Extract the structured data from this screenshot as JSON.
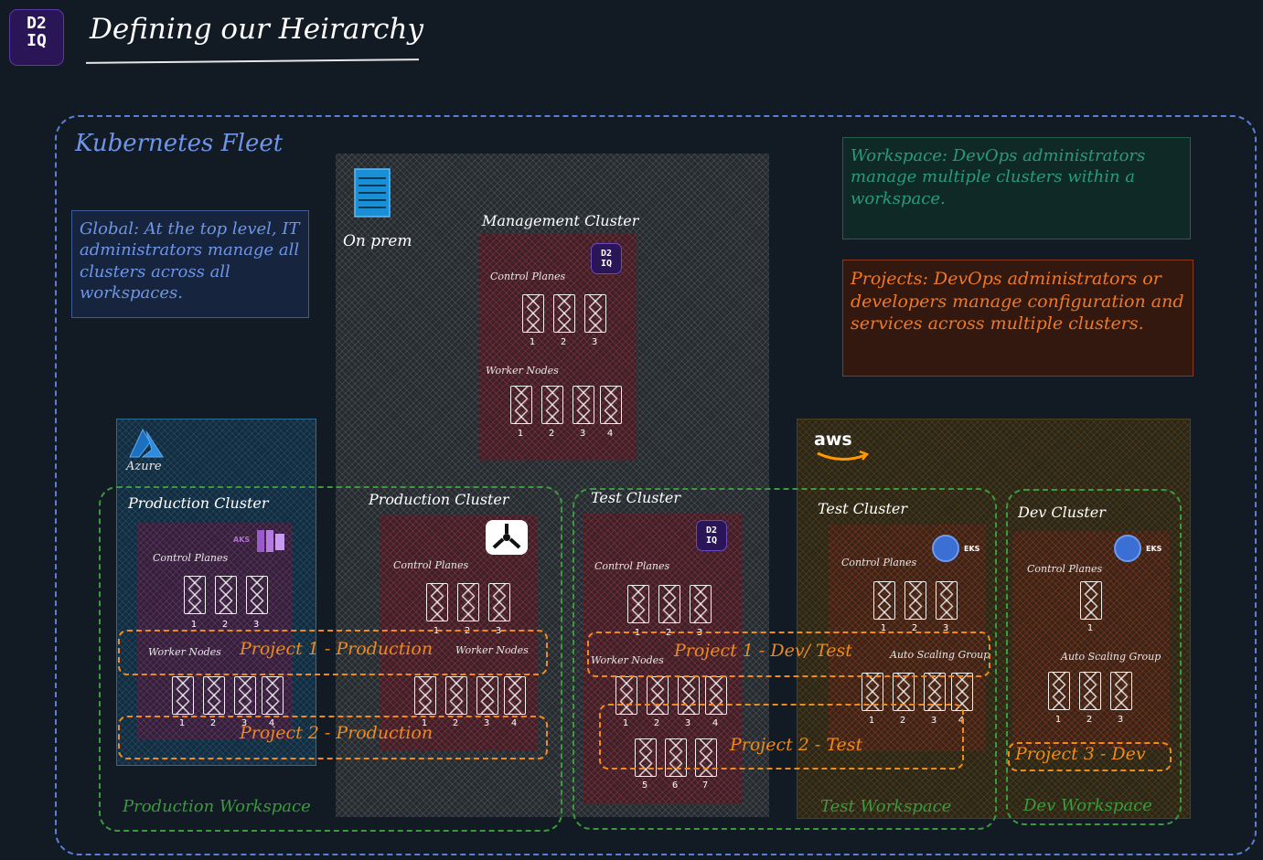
{
  "header": {
    "logo_line1": "D2",
    "logo_line2": "IQ",
    "title": "Defining our Heirarchy"
  },
  "fleet": {
    "label": "Kubernetes Fleet"
  },
  "notes": {
    "global": "Global: At the top level, IT administrators manage all clusters across all workspaces.",
    "workspace": "Workspace: DevOps administrators manage multiple clusters within a workspace.",
    "projects": "Projects: DevOps administrators or developers manage configuration and services across multiple clusters."
  },
  "providers": {
    "onprem": "On prem",
    "azure": "Azure",
    "aws": "aws"
  },
  "management": {
    "title": "Management Cluster",
    "badge1": "D2",
    "badge2": "IQ",
    "cp_label": "Control Planes",
    "cp_nums": [
      "1",
      "2",
      "3"
    ],
    "wn_label": "Worker Nodes",
    "wn_nums": [
      "1",
      "2",
      "3",
      "4"
    ]
  },
  "azure_prod": {
    "title": "Production Cluster",
    "badge": "AKS",
    "cp_label": "Control Planes",
    "cp_nums": [
      "1",
      "2",
      "3"
    ],
    "wn_label": "Worker Nodes",
    "wn_nums": [
      "1",
      "2",
      "3",
      "4"
    ]
  },
  "onprem_prod": {
    "title": "Production Cluster",
    "cp_label": "Control Planes",
    "cp_nums": [
      "1",
      "2",
      "3"
    ],
    "wn_label": "Worker Nodes",
    "wn_nums": [
      "1",
      "2",
      "3",
      "4"
    ]
  },
  "onprem_test": {
    "title": "Test Cluster",
    "badge1": "D2",
    "badge2": "IQ",
    "cp_label": "Control Planes",
    "cp_nums": [
      "1",
      "2",
      "3"
    ],
    "wn_label": "Worker Nodes",
    "wn_nums": [
      "1",
      "2",
      "3",
      "4"
    ],
    "wn_nums2": [
      "5",
      "6",
      "7"
    ]
  },
  "aws_test": {
    "title": "Test Cluster",
    "badge": "EKS",
    "cp_label": "Control Planes",
    "cp_nums": [
      "1",
      "2",
      "3"
    ],
    "asg_label": "Auto Scaling Group",
    "wn_nums": [
      "1",
      "2",
      "3",
      "4"
    ]
  },
  "aws_dev": {
    "title": "Dev Cluster",
    "badge": "EKS",
    "cp_label": "Control Planes",
    "cp_nums": [
      "1"
    ],
    "asg_label": "Auto Scaling Group",
    "wn_nums": [
      "1",
      "2",
      "3"
    ]
  },
  "workspaces": {
    "production": "Production Workspace",
    "test": "Test Workspace",
    "dev": "Dev Workspace"
  },
  "projects": {
    "p1_prod": "Project 1 - Production",
    "p2_prod": "Project 2 - Production",
    "p1_devtest": "Project 1 - Dev/ Test",
    "p2_test": "Project 2 - Test",
    "p3_dev": "Project 3 - Dev"
  },
  "colors": {
    "background": "#121a24",
    "fleet": "#5b7fd6",
    "workspace": "#3b9a3b",
    "project": "#f08a1a"
  }
}
